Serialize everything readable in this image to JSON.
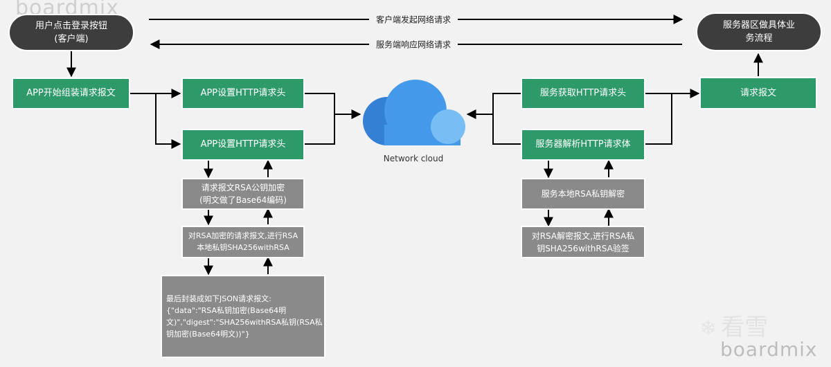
{
  "watermark": {
    "top_text": "boardmix",
    "logo_text": "看雪",
    "bottom_text": "boardmix"
  },
  "colors": {
    "terminal": "#3d3d3d",
    "process": "#2e9a6a",
    "crypto": "#8a8a8a",
    "cloud_dark": "#3380d4",
    "cloud_mid": "#4499ea",
    "cloud_light": "#79bdf5"
  },
  "banner": {
    "request_label": "客户端发起网络请求",
    "response_label": "服务端响应网络请求"
  },
  "client": {
    "start": "用户点击登录按钮\n(客户端)",
    "assemble": "APP开始组装请求报文",
    "header_1": "APP设置HTTP请求头",
    "header_2": "APP设置HTTP请求头",
    "encrypt": "请求报文RSA公钥加密\n(明文做了Base64编码)",
    "sign": "对RSA加密的请求报文,进行RSA\n本地私钥SHA256withRSA",
    "json": "最后封装成如下JSON请求报文:\n{\"data\":\"RSA私钥加密(Base64明\n文)\",\"digest\":\"SHA256withRSA私钥(RSA私\n钥加密(Base64明文))\"}"
  },
  "network": {
    "caption": "Network cloud",
    "icon": "cloud-icon"
  },
  "server": {
    "get_header": "服务获取HTTP请求头",
    "parse_body": "服务器解析HTTP请求体",
    "decrypt": "服务本地RSA私钥解密",
    "verify": "对RSA解密报文,进行RSA私\n钥SHA256withRSA验签",
    "request_message": "请求报文",
    "business": "服务器区做具体业\n务流程"
  }
}
